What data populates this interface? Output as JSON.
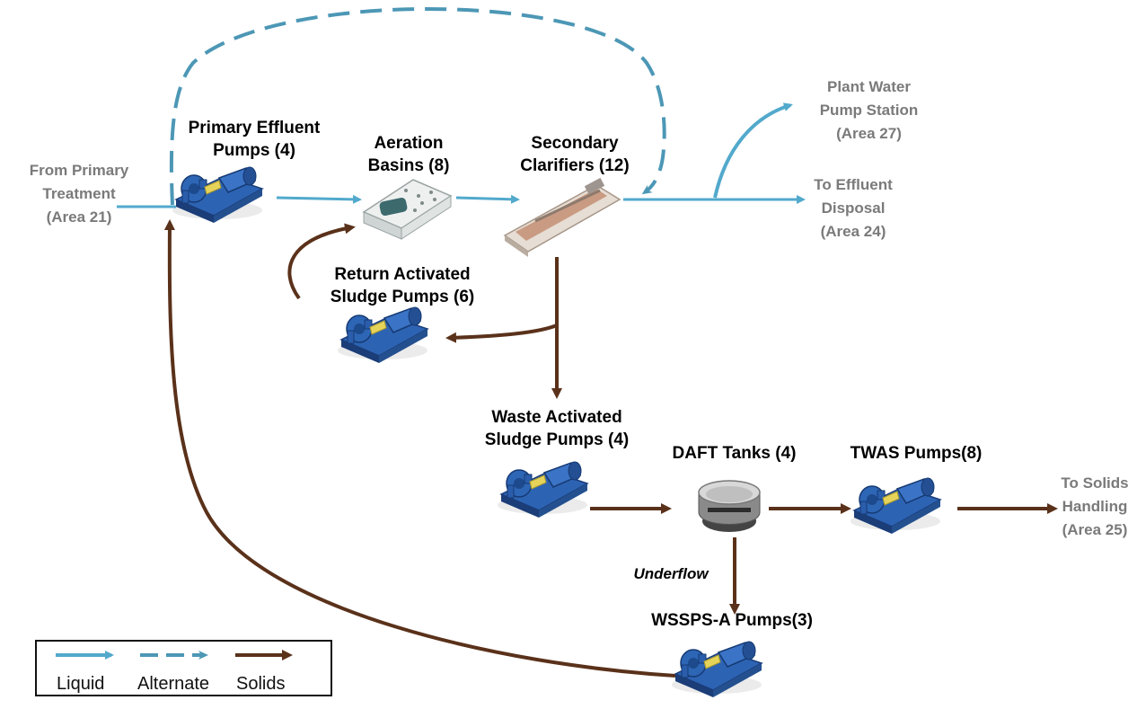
{
  "colors": {
    "liquid": "#52a9cc",
    "alternate": "#4c97b5",
    "solids": "#5a311a",
    "pump_body": "#2a5dab",
    "pump_coupling": "#e6d35a",
    "label_grey": "#7a7a7a"
  },
  "nodes": {
    "from_primary": [
      "From Primary",
      "Treatment",
      "(Area 21)"
    ],
    "primary_effluent_pumps": [
      "Primary Effluent",
      "Pumps (4)"
    ],
    "aeration_basins": [
      "Aeration",
      "Basins (8)"
    ],
    "secondary_clarifiers": [
      "Secondary",
      "Clarifiers (12)"
    ],
    "plant_water": [
      "Plant Water",
      "Pump Station",
      "(Area 27)"
    ],
    "effluent_disposal": [
      "To Effluent",
      "Disposal",
      "(Area 24)"
    ],
    "ras_pumps": [
      "Return Activated",
      "Sludge Pumps (6)"
    ],
    "was_pumps": [
      "Waste Activated",
      "Sludge Pumps (4)"
    ],
    "daft_tanks": "DAFT Tanks (4)",
    "twas_pumps": "TWAS Pumps(8)",
    "solids_handling": [
      "To Solids",
      "Handling",
      "(Area 25)"
    ],
    "underflow": "Underflow",
    "wssps_pumps": "WSSPS-A Pumps(3)"
  },
  "legend": {
    "liquid": "Liquid",
    "alternate": "Alternate",
    "solids": "Solids"
  },
  "icons": [
    "pump-icon",
    "aeration-basin-icon",
    "clarifier-icon",
    "daft-tank-icon"
  ]
}
